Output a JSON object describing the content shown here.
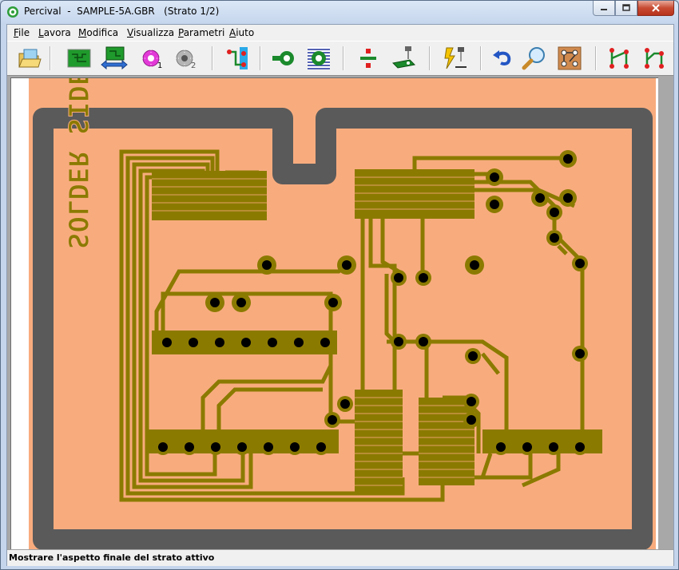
{
  "app": {
    "title": "Percival  -  SAMPLE-5A.GBR   (Strato 1/2)"
  },
  "menu": {
    "items": [
      {
        "label": "File",
        "key": "F",
        "rest": "ile"
      },
      {
        "label": "Lavora",
        "key": "L",
        "rest": "avora"
      },
      {
        "label": "Modifica",
        "key": "M",
        "rest": "odifica"
      },
      {
        "label": "Visualizza",
        "key": "V",
        "rest": "isualizza"
      },
      {
        "label": "Parametri",
        "key": "P",
        "rest": "arametri"
      },
      {
        "label": "Aiuto",
        "key": "A",
        "rest": "iuto"
      }
    ]
  },
  "toolbar": {
    "layer1_label": "1",
    "layer2_label": "2"
  },
  "board": {
    "silkscreen_text": "SOLDER SIDE",
    "colors": {
      "copper": "#8b7a00",
      "substrate": "#f8ac7e",
      "outline": "#5a5a5a",
      "hole": "#000000",
      "clearance": "#ffffff"
    }
  },
  "status": {
    "text": "Mostrare l'aspetto finale del strato attivo"
  }
}
